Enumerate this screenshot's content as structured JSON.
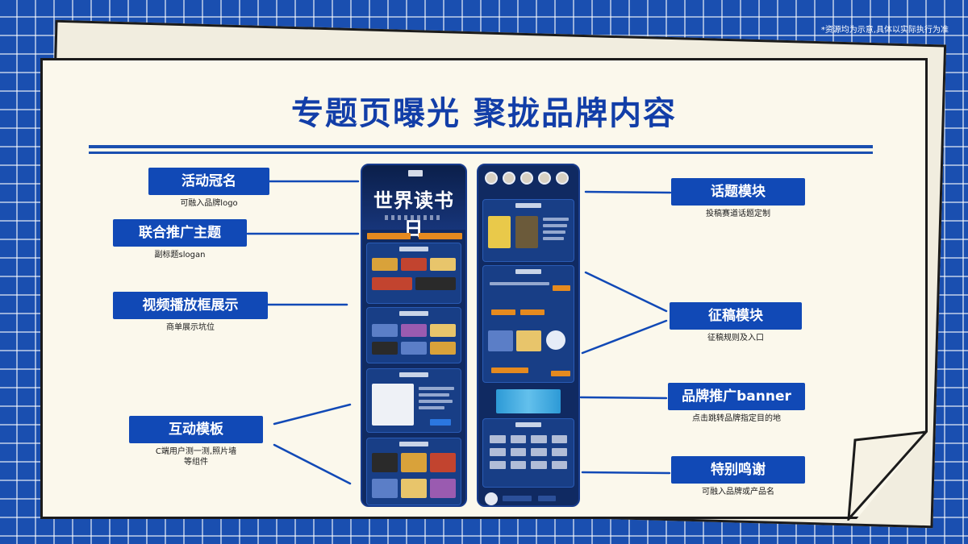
{
  "disclaimer": "*资源均为示意,具体以实际执行为准",
  "title": "专题页曝光 聚拢品牌内容",
  "callouts": {
    "activity_naming": {
      "label": "活动冠名",
      "sub": "可融入品牌logo"
    },
    "joint_theme": {
      "label": "联合推广主题",
      "sub": "副标题slogan"
    },
    "video_frame": {
      "label": "视频播放框展示",
      "sub": "商单展示坑位"
    },
    "interactive_template": {
      "label": "互动模板",
      "sub": "C端用户测一测,照片墙 等组件"
    },
    "topic_module": {
      "label": "话题模块",
      "sub": "投稿赛道话题定制"
    },
    "submission_module": {
      "label": "征稿模块",
      "sub": "征稿规则及入口"
    },
    "brand_banner": {
      "label": "品牌推广banner",
      "sub": "点击跳转品牌指定目的地"
    },
    "special_thanks": {
      "label": "特别鸣谢",
      "sub": "可融入品牌或产品名"
    }
  },
  "phone_left": {
    "hero_title": "世界读书日"
  },
  "colors": {
    "accent": "#1149b6",
    "background_grid": "#1a4fb0",
    "paper": "#fbf8ec",
    "highlight": "#e58a1f"
  }
}
